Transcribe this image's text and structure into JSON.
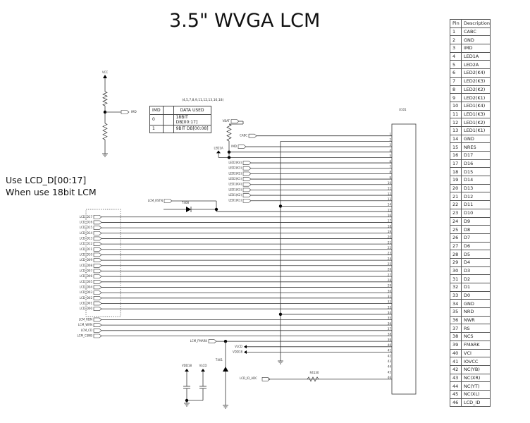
{
  "title": "3.5\" WVGA LCM",
  "notes": [
    "Use LCD_D[00:17]",
    "When use 18bit LCM"
  ],
  "pin_table": {
    "headers": [
      "Pin",
      "Description"
    ],
    "rows": [
      [
        "1",
        "CABC"
      ],
      [
        "2",
        "GND"
      ],
      [
        "3",
        "IMD"
      ],
      [
        "4",
        "LED1A"
      ],
      [
        "5",
        "LED2A"
      ],
      [
        "6",
        "LED2(K4)"
      ],
      [
        "7",
        "LED2(K3)"
      ],
      [
        "8",
        "LED2(K2)"
      ],
      [
        "9",
        "LED2(K1)"
      ],
      [
        "10",
        "LED1(K4)"
      ],
      [
        "11",
        "LED1(K3)"
      ],
      [
        "12",
        "LED1(K2)"
      ],
      [
        "13",
        "LED1(K1)"
      ],
      [
        "14",
        "GND"
      ],
      [
        "15",
        "NRES"
      ],
      [
        "16",
        "D17"
      ],
      [
        "17",
        "D16"
      ],
      [
        "18",
        "D15"
      ],
      [
        "19",
        "D14"
      ],
      [
        "20",
        "D13"
      ],
      [
        "21",
        "D12"
      ],
      [
        "22",
        "D11"
      ],
      [
        "23",
        "D10"
      ],
      [
        "24",
        "D9"
      ],
      [
        "25",
        "D8"
      ],
      [
        "26",
        "D7"
      ],
      [
        "27",
        "D6"
      ],
      [
        "28",
        "D5"
      ],
      [
        "29",
        "D4"
      ],
      [
        "30",
        "D3"
      ],
      [
        "31",
        "D2"
      ],
      [
        "32",
        "D1"
      ],
      [
        "33",
        "D0"
      ],
      [
        "34",
        "GND"
      ],
      [
        "35",
        "NRD"
      ],
      [
        "36",
        "NWR"
      ],
      [
        "37",
        "RS"
      ],
      [
        "38",
        "NCS"
      ],
      [
        "39",
        "FMARK"
      ],
      [
        "40",
        "VCI"
      ],
      [
        "41",
        "IOVCC"
      ],
      [
        "42",
        "NC(YB)"
      ],
      [
        "43",
        "NC(XR)"
      ],
      [
        "44",
        "NC(YT)"
      ],
      [
        "45",
        "NC(XL)"
      ],
      [
        "46",
        "LCD_ID"
      ]
    ]
  },
  "imd_table": {
    "caption": "(4,5,7,8,9,11,12,13,16,18)",
    "headers": [
      "IMD",
      "",
      "DATA USED"
    ],
    "rows": [
      [
        "0",
        "",
        "18BIT DB[00:17]"
      ],
      [
        "1",
        "",
        "9BIT DB[00:08]"
      ]
    ]
  },
  "schematic": {
    "connector_ref": "U101",
    "top_nets": {
      "cabc": "CABC",
      "imd": "IMD",
      "vbat": "VBAT",
      "led1a": "LED1A",
      "vcc": "VCC",
      "led_k": [
        "LED2(K4)",
        "LED2(K3)",
        "LED2(K2)",
        "LED2(K1)",
        "LED1(K4)",
        "LED1(K3)",
        "LED1(K2)",
        "LED1(K1)"
      ]
    },
    "reset_net": "LCM_RSTN",
    "diode_ref": "T408",
    "data_nets": [
      "LCD_D17",
      "LCD_D16",
      "LCD_D15",
      "LCD_D14",
      "LCD_D13",
      "LCD_D12",
      "LCD_D11",
      "LCD_D10",
      "LCD_D09",
      "LCD_D08",
      "LCD_D07",
      "LCD_D06",
      "LCD_D05",
      "LCD_D04",
      "LCD_D03",
      "LCD_D02",
      "LCD_D01",
      "LCD_D00"
    ],
    "ctrl_nets": [
      "LCM_RDN",
      "LCM_WRN",
      "LCM_CD",
      "LCM_CSNB"
    ],
    "fmark_net": "LCM_FMARK",
    "vlcd": "VLCD",
    "vdd18": "VDD18",
    "lcd_id": "LCD_ID_ADC",
    "r_ref": "R4130",
    "tvs_ref": "T401"
  }
}
